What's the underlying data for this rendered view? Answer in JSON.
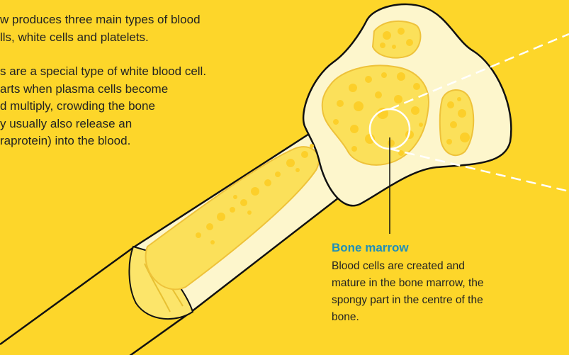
{
  "intro": {
    "para1": [
      "w produces three main types of blood",
      "lls, white cells and platelets."
    ],
    "para2": [
      "s are a special type of white blood cell.",
      "arts when plasma cells become",
      "d multiply, crowding the bone",
      "y usually also release an",
      "raprotein) into the blood."
    ]
  },
  "callout": {
    "title": "Bone marrow",
    "body": "Blood cells are created and mature in the bone marrow, the spongy part in the centre of the bone."
  },
  "colors": {
    "background": "#fdd62a",
    "bone": "#fdf6cc",
    "marrow": "#fbe05a",
    "cells": "#fccf2a",
    "accent": "#1e8fba"
  }
}
